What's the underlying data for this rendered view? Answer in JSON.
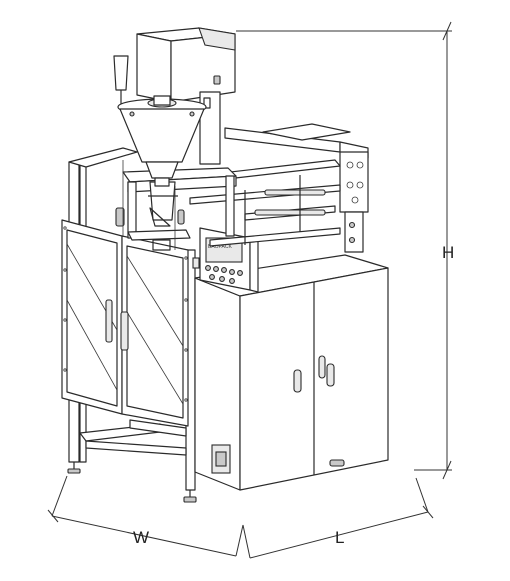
{
  "dimensions": {
    "height_label": "H",
    "width_label": "W",
    "length_label": "L"
  },
  "panel": {
    "brand_text": "BAOPACK"
  },
  "icons": {
    "machine": "vertical-packing-machine-illustration"
  }
}
